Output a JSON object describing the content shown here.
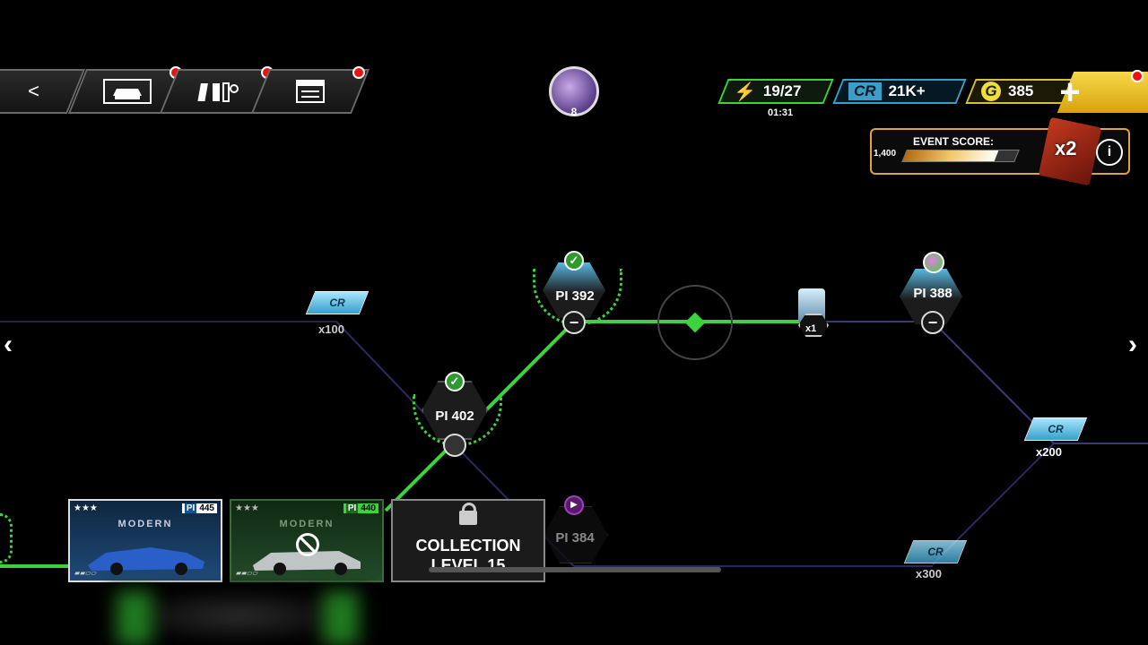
{
  "nav": {
    "back_glyph": "<",
    "tabs": [
      {
        "name": "garage-tab",
        "icon": "car-garage-icon",
        "notify": true
      },
      {
        "name": "upgrades-tab",
        "icon": "parts-icon",
        "notify": true
      },
      {
        "name": "events-tab",
        "icon": "calendar-icon",
        "notify": true
      }
    ]
  },
  "player": {
    "level": "8",
    "avatar_icon": "driver-avatar-icon"
  },
  "resources": {
    "fuel": "19/27",
    "fuel_timer": "01:31",
    "cr_label": "CR",
    "cr": "21K+",
    "gold_label": "G",
    "gold": "385",
    "add_glyph": "+"
  },
  "event": {
    "title": "EVENT SCORE:",
    "score": "1,400",
    "progress": 0.82,
    "multiplier": "x2",
    "info_glyph": "i"
  },
  "arrows": {
    "left": "‹",
    "right": "›"
  },
  "map": {
    "nodes": [
      {
        "id": "pi392",
        "label": "PI 392",
        "status": "completed"
      },
      {
        "id": "pi402",
        "label": "PI 402",
        "status": "completed"
      },
      {
        "id": "pi388",
        "label": "PI 388",
        "status": "available"
      },
      {
        "id": "pi384",
        "label": "PI 384",
        "status": "locked"
      }
    ],
    "rewards": [
      {
        "id": "cr100",
        "token": "CR",
        "amount": "x100"
      },
      {
        "id": "item1",
        "amount": "x1"
      },
      {
        "id": "cr200",
        "token": "CR",
        "amount": "x200"
      },
      {
        "id": "cr300",
        "token": "CR",
        "amount": "x300"
      }
    ]
  },
  "cards": [
    {
      "stars": "★★★",
      "pi": "445",
      "pi_label": "PI",
      "class": "MODERN"
    },
    {
      "stars": "★★★",
      "pi": "440",
      "pi_label": "PI",
      "class": "MODERN"
    }
  ],
  "collection": {
    "line1": "COLLECTION",
    "line2": "LEVEL 15"
  },
  "colors": {
    "green": "#3cd43c",
    "blue": "#3a9ec9",
    "gold": "#e0a43a",
    "red": "#e11"
  }
}
